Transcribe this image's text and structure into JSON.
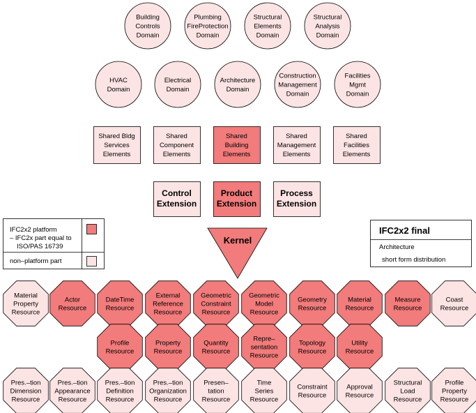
{
  "colors": {
    "light": "#fde4e4",
    "dark": "#f27b7b",
    "white": "#ffffff"
  },
  "domains_row1": [
    {
      "lines": [
        "Building",
        "Controls",
        "Domain"
      ],
      "fill": "light"
    },
    {
      "lines": [
        "Plumbing",
        "FireProtection",
        "Domain"
      ],
      "fill": "light"
    },
    {
      "lines": [
        "Structural",
        "Elements",
        "Domain"
      ],
      "fill": "light"
    },
    {
      "lines": [
        "Structural",
        "Analysis",
        "Domain"
      ],
      "fill": "light"
    }
  ],
  "domains_row2": [
    {
      "lines": [
        "HVAC",
        "Domain"
      ],
      "fill": "light"
    },
    {
      "lines": [
        "Electrical",
        "Domain"
      ],
      "fill": "light"
    },
    {
      "lines": [
        "Architecture",
        "Domain"
      ],
      "fill": "light"
    },
    {
      "lines": [
        "Construction",
        "Management",
        "Domain"
      ],
      "fill": "light"
    },
    {
      "lines": [
        "Facilities",
        "Mgmt",
        "Domain"
      ],
      "fill": "light"
    }
  ],
  "shared": [
    {
      "lines": [
        "Shared Bldg",
        "Services",
        "Elements"
      ],
      "fill": "light"
    },
    {
      "lines": [
        "Shared",
        "Component",
        "Elements"
      ],
      "fill": "light"
    },
    {
      "lines": [
        "Shared",
        "Building",
        "Elements"
      ],
      "fill": "dark"
    },
    {
      "lines": [
        "Shared",
        "Management",
        "Elements"
      ],
      "fill": "light"
    },
    {
      "lines": [
        "Shared",
        "Facilities",
        "Elements"
      ],
      "fill": "light"
    }
  ],
  "extensions": [
    {
      "lines": [
        "Control",
        "Extension"
      ],
      "fill": "light"
    },
    {
      "lines": [
        "Product",
        "Extension"
      ],
      "fill": "dark"
    },
    {
      "lines": [
        "Process",
        "Extension"
      ],
      "fill": "light"
    }
  ],
  "kernel": {
    "label": "Kernel",
    "fill": "dark"
  },
  "legend": {
    "platform_lines": [
      "IFC2x2 platform",
      "– IFC2x part equal to",
      "ISO/PAS 16739"
    ],
    "nonplatform": "non–platform part"
  },
  "title_box": {
    "title": "IFC2x2 final",
    "line1": "Architecture",
    "line2": "short form distribution"
  },
  "resources_row1": [
    {
      "lines": [
        "Material",
        "Property",
        "Resource"
      ],
      "fill": "light"
    },
    {
      "lines": [
        "Actor",
        "Resource"
      ],
      "fill": "dark"
    },
    {
      "lines": [
        "DateTime",
        "Resource"
      ],
      "fill": "dark"
    },
    {
      "lines": [
        "External",
        "Reference",
        "Resource"
      ],
      "fill": "dark"
    },
    {
      "lines": [
        "Geometric",
        "Constraint",
        "Resource"
      ],
      "fill": "dark"
    },
    {
      "lines": [
        "Geometric",
        "Model",
        "Resource"
      ],
      "fill": "dark"
    },
    {
      "lines": [
        "Geometry",
        "Resource"
      ],
      "fill": "dark"
    },
    {
      "lines": [
        "Material",
        "Resource"
      ],
      "fill": "dark"
    },
    {
      "lines": [
        "Measure",
        "Resource"
      ],
      "fill": "dark"
    },
    {
      "lines": [
        "Coast",
        "Resource"
      ],
      "fill": "light"
    }
  ],
  "resources_row2": [
    {
      "lines": [
        "Profile",
        "Resource"
      ],
      "fill": "dark"
    },
    {
      "lines": [
        "Property",
        "Resource"
      ],
      "fill": "dark"
    },
    {
      "lines": [
        "Quantity",
        "Resource"
      ],
      "fill": "dark"
    },
    {
      "lines": [
        "Repre–",
        "sentation",
        "Resource"
      ],
      "fill": "dark"
    },
    {
      "lines": [
        "Topology",
        "Resource"
      ],
      "fill": "dark"
    },
    {
      "lines": [
        "Utility",
        "Resource"
      ],
      "fill": "dark"
    }
  ],
  "resources_row3": [
    {
      "lines": [
        "Pres.–tion",
        "Dimension",
        "Resource"
      ],
      "fill": "light"
    },
    {
      "lines": [
        "Pres.–tion",
        "Appearance",
        "Resource"
      ],
      "fill": "light"
    },
    {
      "lines": [
        "Pres.–tion",
        "Definition",
        "Resource"
      ],
      "fill": "light"
    },
    {
      "lines": [
        "Pres.–tion",
        "Organization",
        "Resource"
      ],
      "fill": "light"
    },
    {
      "lines": [
        "Presen–",
        "tation",
        "Resource"
      ],
      "fill": "light"
    },
    {
      "lines": [
        "Time",
        "Series",
        "Resource"
      ],
      "fill": "light"
    },
    {
      "lines": [
        "Constraint",
        "Resource"
      ],
      "fill": "light"
    },
    {
      "lines": [
        "Approval",
        "Resource"
      ],
      "fill": "light"
    },
    {
      "lines": [
        "Structural",
        "Load",
        "Resource"
      ],
      "fill": "light"
    },
    {
      "lines": [
        "Profile",
        "Property",
        "Resource"
      ],
      "fill": "light"
    }
  ]
}
